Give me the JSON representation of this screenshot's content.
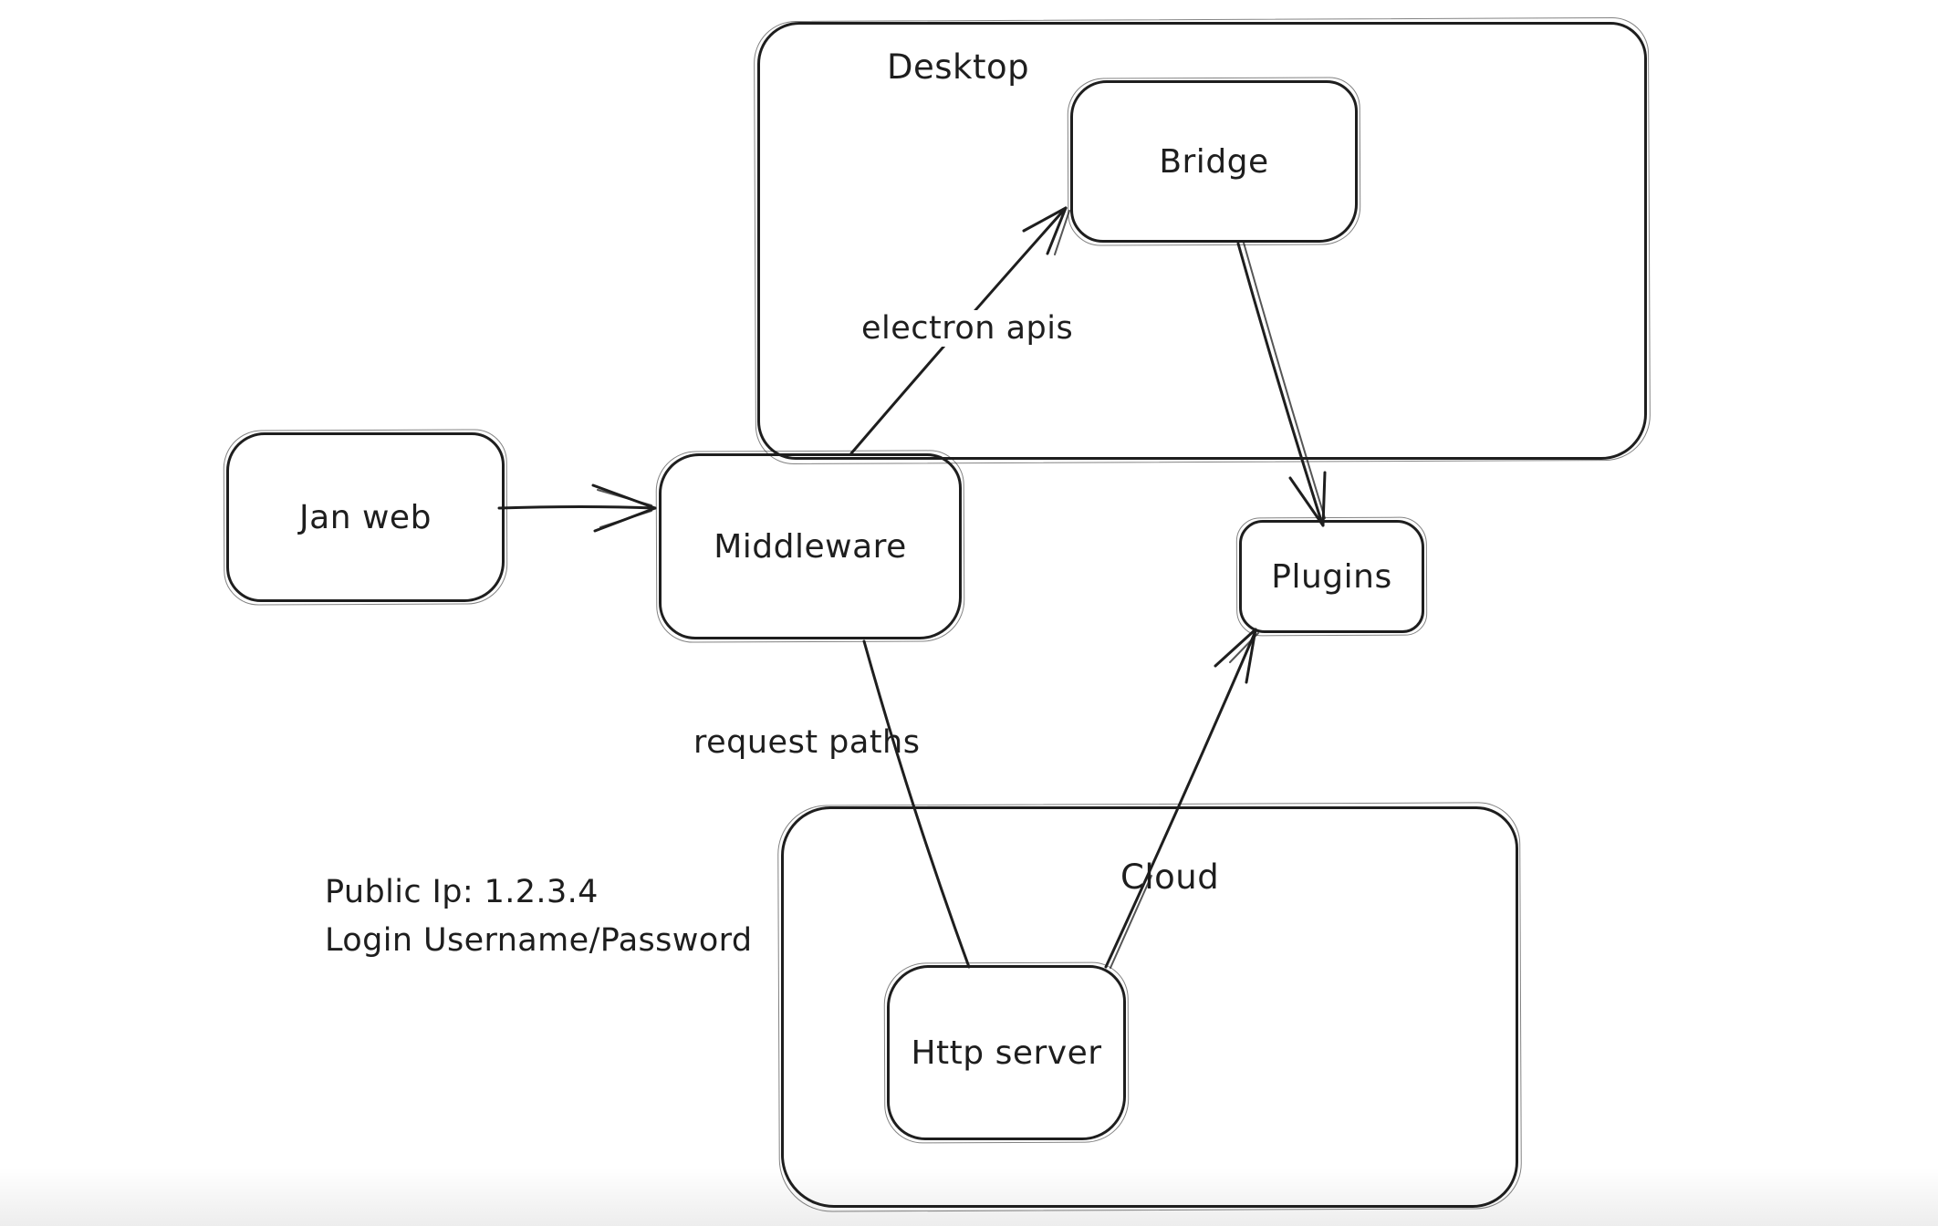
{
  "diagram": {
    "background_color": "#ffffff",
    "stroke_color": "#1e1e1e",
    "containers": {
      "desktop": {
        "label": "Desktop"
      },
      "cloud": {
        "label": "Cloud"
      }
    },
    "nodes": {
      "jan_web": {
        "label": "Jan web"
      },
      "middleware": {
        "label": "Middleware"
      },
      "bridge": {
        "label": "Bridge"
      },
      "plugins": {
        "label": "Plugins"
      },
      "http_server": {
        "label": "Http server"
      }
    },
    "edges": {
      "jan_web_to_middleware": {
        "from": "Jan web",
        "to": "Middleware"
      },
      "middleware_to_bridge": {
        "from": "Middleware",
        "to": "Bridge",
        "label": "electron apis"
      },
      "bridge_to_plugins": {
        "from": "Bridge",
        "to": "Plugins"
      },
      "middleware_to_http_server": {
        "from": "Middleware",
        "to": "Http server",
        "label": "request paths"
      },
      "http_server_to_plugins": {
        "from": "Http server",
        "to": "Plugins"
      }
    },
    "annotations": {
      "public_ip": "Public Ip: 1.2.3.4",
      "login": "Login Username/Password"
    }
  }
}
